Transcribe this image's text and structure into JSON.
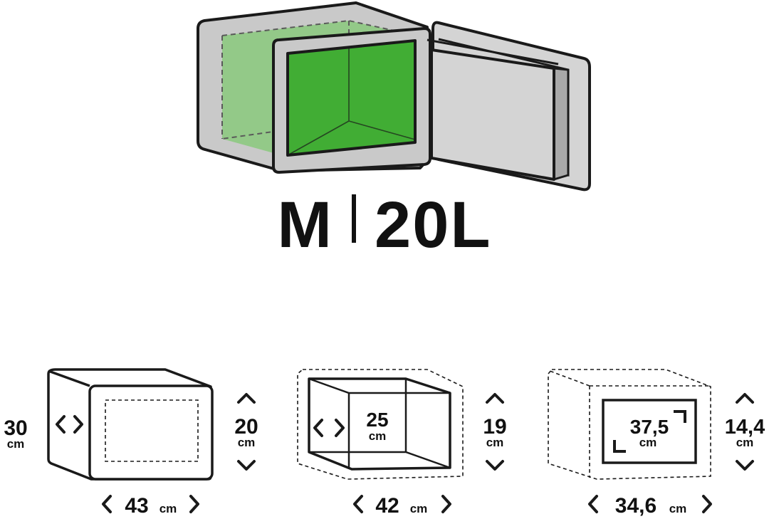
{
  "product": {
    "size": "M",
    "volume": "20L"
  },
  "colors": {
    "interior": "#41ad34",
    "interior_ghost": "#90c985",
    "body": "#c9c9c9",
    "door": "#d4d4d4",
    "door_edge": "#a9a9a9",
    "outline": "#1a1a1a"
  },
  "external": {
    "depth_value": "30",
    "depth_unit": "cm",
    "height_value": "20",
    "height_unit": "cm",
    "width_value": "43",
    "width_unit": "cm"
  },
  "internal": {
    "depth_value": "25",
    "depth_unit": "cm",
    "height_value": "19",
    "height_unit": "cm",
    "width_value": "42",
    "width_unit": "cm"
  },
  "door_opening": {
    "diagonal_value": "37,5",
    "diagonal_unit": "cm",
    "height_value": "14,4",
    "height_unit": "cm",
    "width_value": "34,6",
    "width_unit": "cm"
  }
}
